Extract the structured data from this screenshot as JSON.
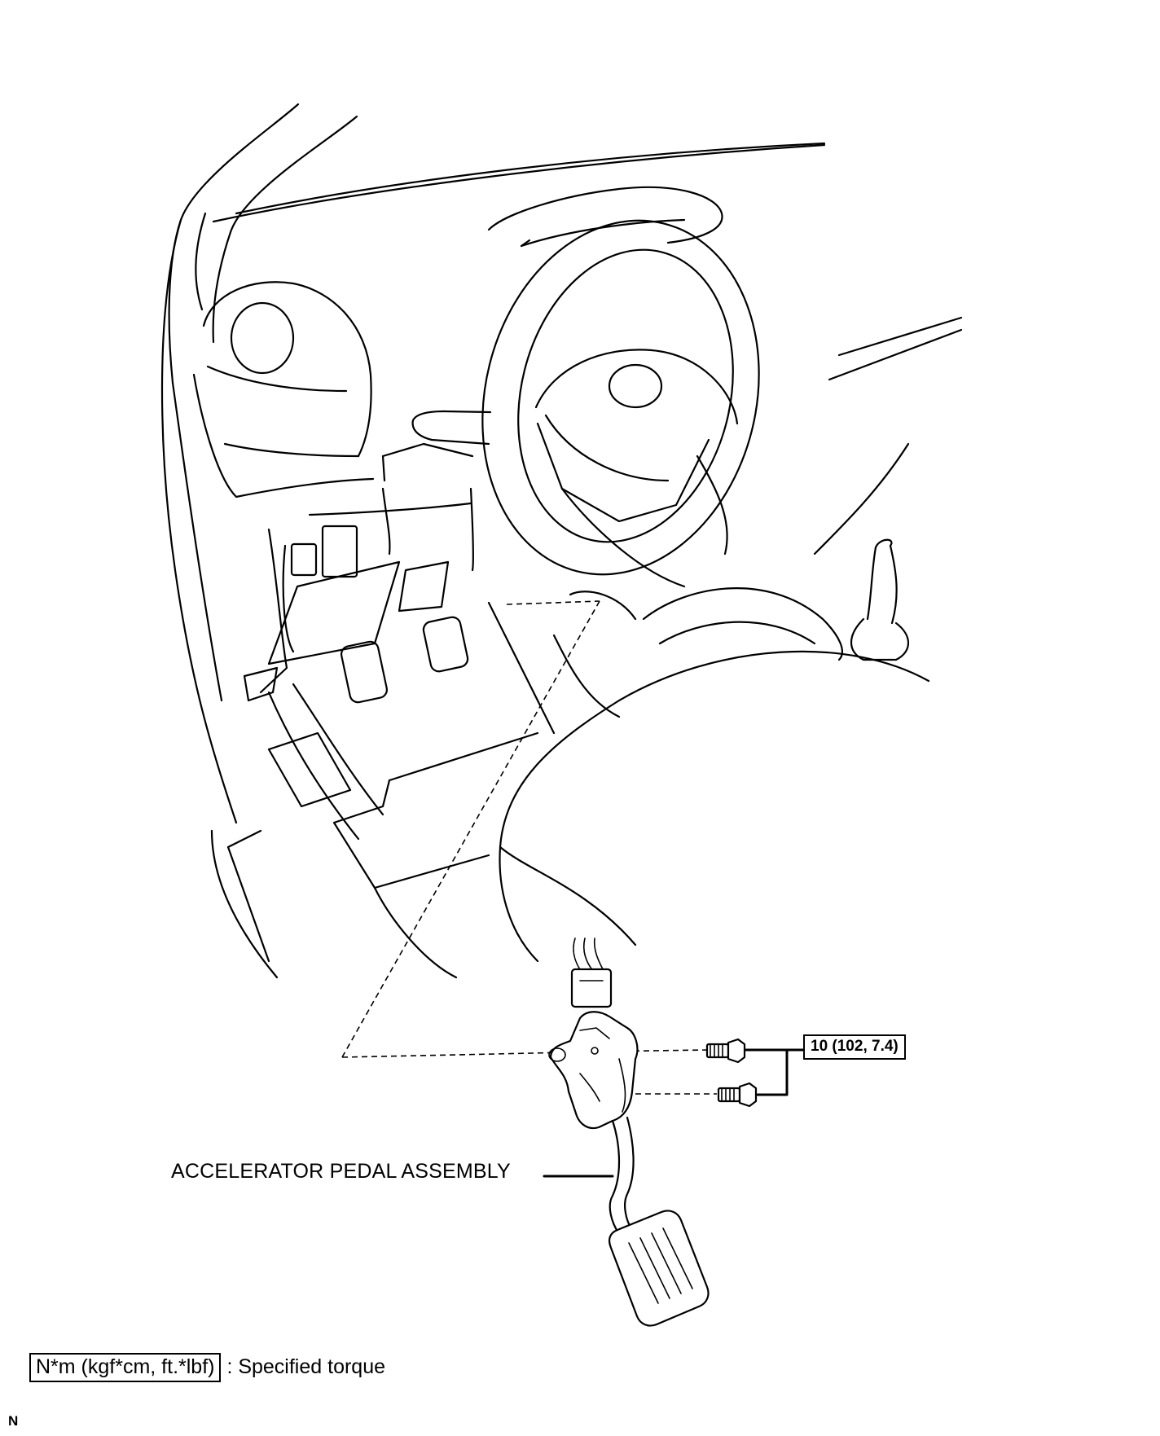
{
  "parts": {
    "pedal_label": "ACCELERATOR PEDAL ASSEMBLY"
  },
  "torque": {
    "value": "10 (102, 7.4)"
  },
  "legend": {
    "box_text": "N*m (kgf*cm, ft.*lbf)",
    "description": ": Specified torque"
  },
  "view_code": "N"
}
